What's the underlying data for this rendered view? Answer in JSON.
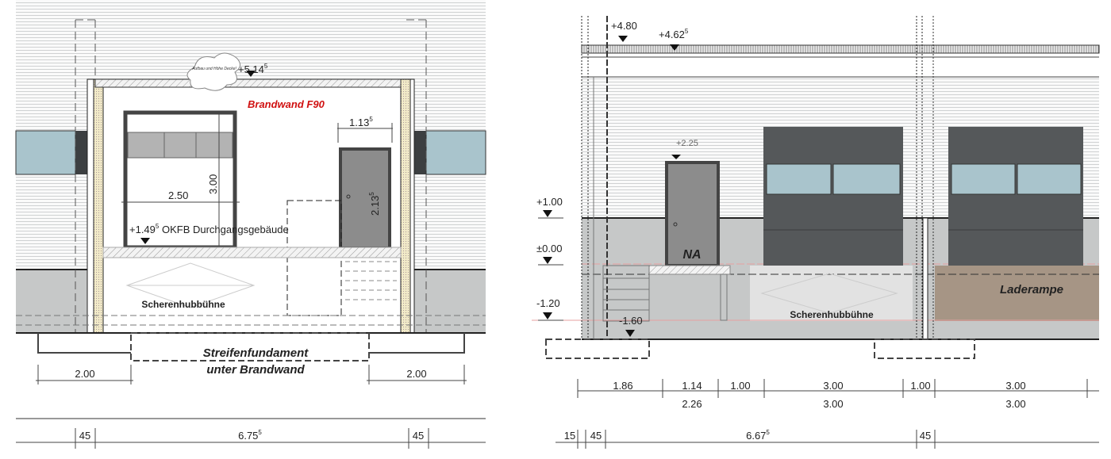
{
  "left_elevation": {
    "cloud_note": "Aufbau und Höhe Decke!",
    "level_top": {
      "main": "+5.14",
      "sup": "5"
    },
    "wall_label": "Brandwand F90",
    "door_width": {
      "main": "1.13",
      "sup": "5"
    },
    "door_height": {
      "main": "2.13",
      "sup": "5"
    },
    "gate_height": "3.00",
    "gate_width": "2.50",
    "floor_level": {
      "main": "+1.49",
      "sup": "5",
      "suffix": " OKFB Durchgangsgebäude"
    },
    "lift_label": "Scherenhubbühne",
    "foundation_label_1": "Streifenfundament",
    "foundation_label_2": "unter Brandwand",
    "dims_row1": [
      "2.00",
      "2.00"
    ],
    "dims_row2": [
      {
        "main": "45"
      },
      {
        "main": "6.75",
        "sup": "5"
      },
      {
        "main": "45"
      }
    ]
  },
  "right_elevation": {
    "level_480": "+4.80",
    "level_462": {
      "main": "+4.62",
      "sup": "5"
    },
    "door_level": "+2.25",
    "door_label": "NA",
    "levels": [
      "+1.00",
      "±0.00",
      "-1.20",
      "-1.60"
    ],
    "lift_label": "Scherenhubbühne",
    "ramp_label": "Laderampe",
    "dims_row1": [
      "1.86",
      "1.14",
      "1.00",
      "3.00",
      "1.00",
      "3.00"
    ],
    "dims_row1b": [
      "2.26",
      "3.00",
      "3.00"
    ],
    "dims_row2": [
      {
        "main": "15"
      },
      {
        "main": "45"
      },
      {
        "main": "6.67",
        "sup": "5"
      },
      {
        "main": "45"
      }
    ]
  },
  "colors": {
    "red_label": "#d01010",
    "glass": "#a9c4cc",
    "gate": "#55585a",
    "ramp": "#a69585",
    "wall": "#c6c8c8"
  }
}
